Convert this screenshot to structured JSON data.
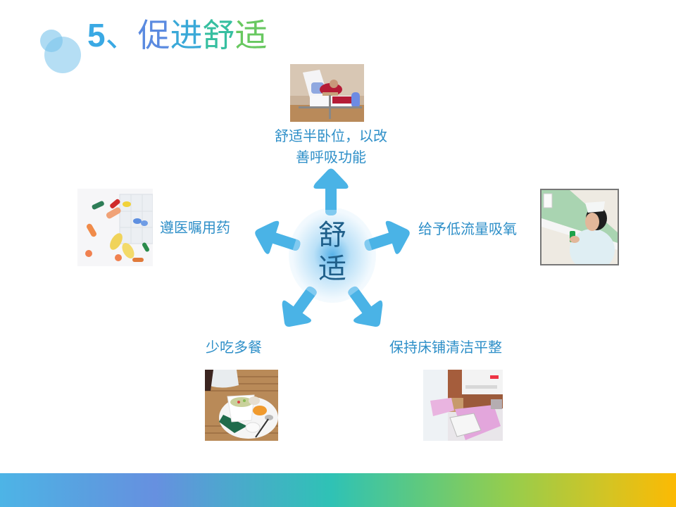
{
  "title": {
    "number": "5",
    "separator": "、",
    "chars": [
      "促",
      "进",
      "舒",
      "适"
    ]
  },
  "center": {
    "line1": "舒",
    "line2": "适"
  },
  "items": [
    {
      "label_line1": "舒适半卧位，以改",
      "label_line2": "善呼吸功能",
      "image": "patient-semi-reclining-bed-photo"
    },
    {
      "label": "遵医嘱用药",
      "image": "pills-and-pill-box-photo"
    },
    {
      "label": "给予低流量吸氧",
      "image": "nurse-adjusting-oxygen-photo"
    },
    {
      "label": "少吃多餐",
      "image": "meal-bowl-photo"
    },
    {
      "label": "保持床铺清洁平整",
      "image": "hospital-ward-beds-photo"
    }
  ],
  "colors": {
    "arrow": "#4ab3e6",
    "label": "#2e8fc8",
    "center_text": "#1f5f8a",
    "gradient_bar": [
      "#4db4e6",
      "#6690e0",
      "#2fc2b5",
      "#94cd4e",
      "#fcba03"
    ]
  }
}
